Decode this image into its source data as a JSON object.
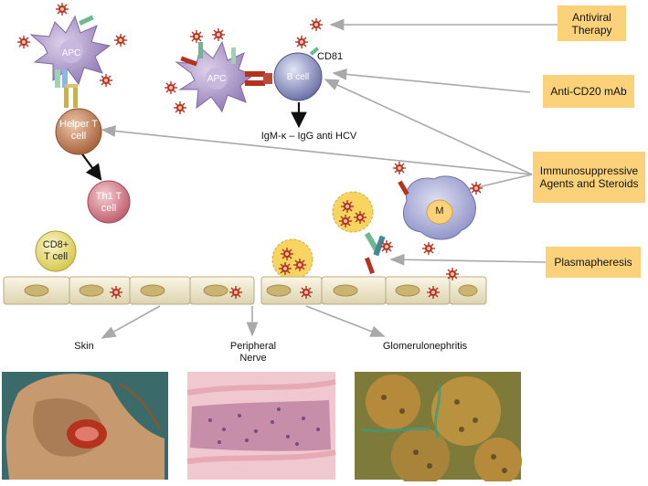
{
  "therapies": {
    "antiviral": "Antiviral Therapy",
    "anti_cd20": "Anti-CD20 mAb",
    "immunosuppressive": "Immunosuppressive Agents and Steroids",
    "plasmapheresis": "Plasmapheresis"
  },
  "cells": {
    "apc_top": "APC",
    "apc_mid": "APC",
    "b_cell": "B cell",
    "cd81": "CD81",
    "helper": "Helper T cell",
    "th1": "Th1 T cell",
    "cd8": "CD8+ T cell",
    "macrophage": "M"
  },
  "antibody_label": "IgM-κ – IgG anti HCV",
  "organs": {
    "skin": "Skin",
    "nerve": "Peripheral Nerve",
    "glomerulonephritis": "Glomerulonephritis"
  },
  "colors": {
    "box": "#fbd27a",
    "arrow": "#a9a9a9",
    "apc": "#b7a3cf",
    "helper": "#c58a66",
    "th1": "#d98a94",
    "cd8": "#f1e58a",
    "endothelium": "#f1e8cc"
  }
}
